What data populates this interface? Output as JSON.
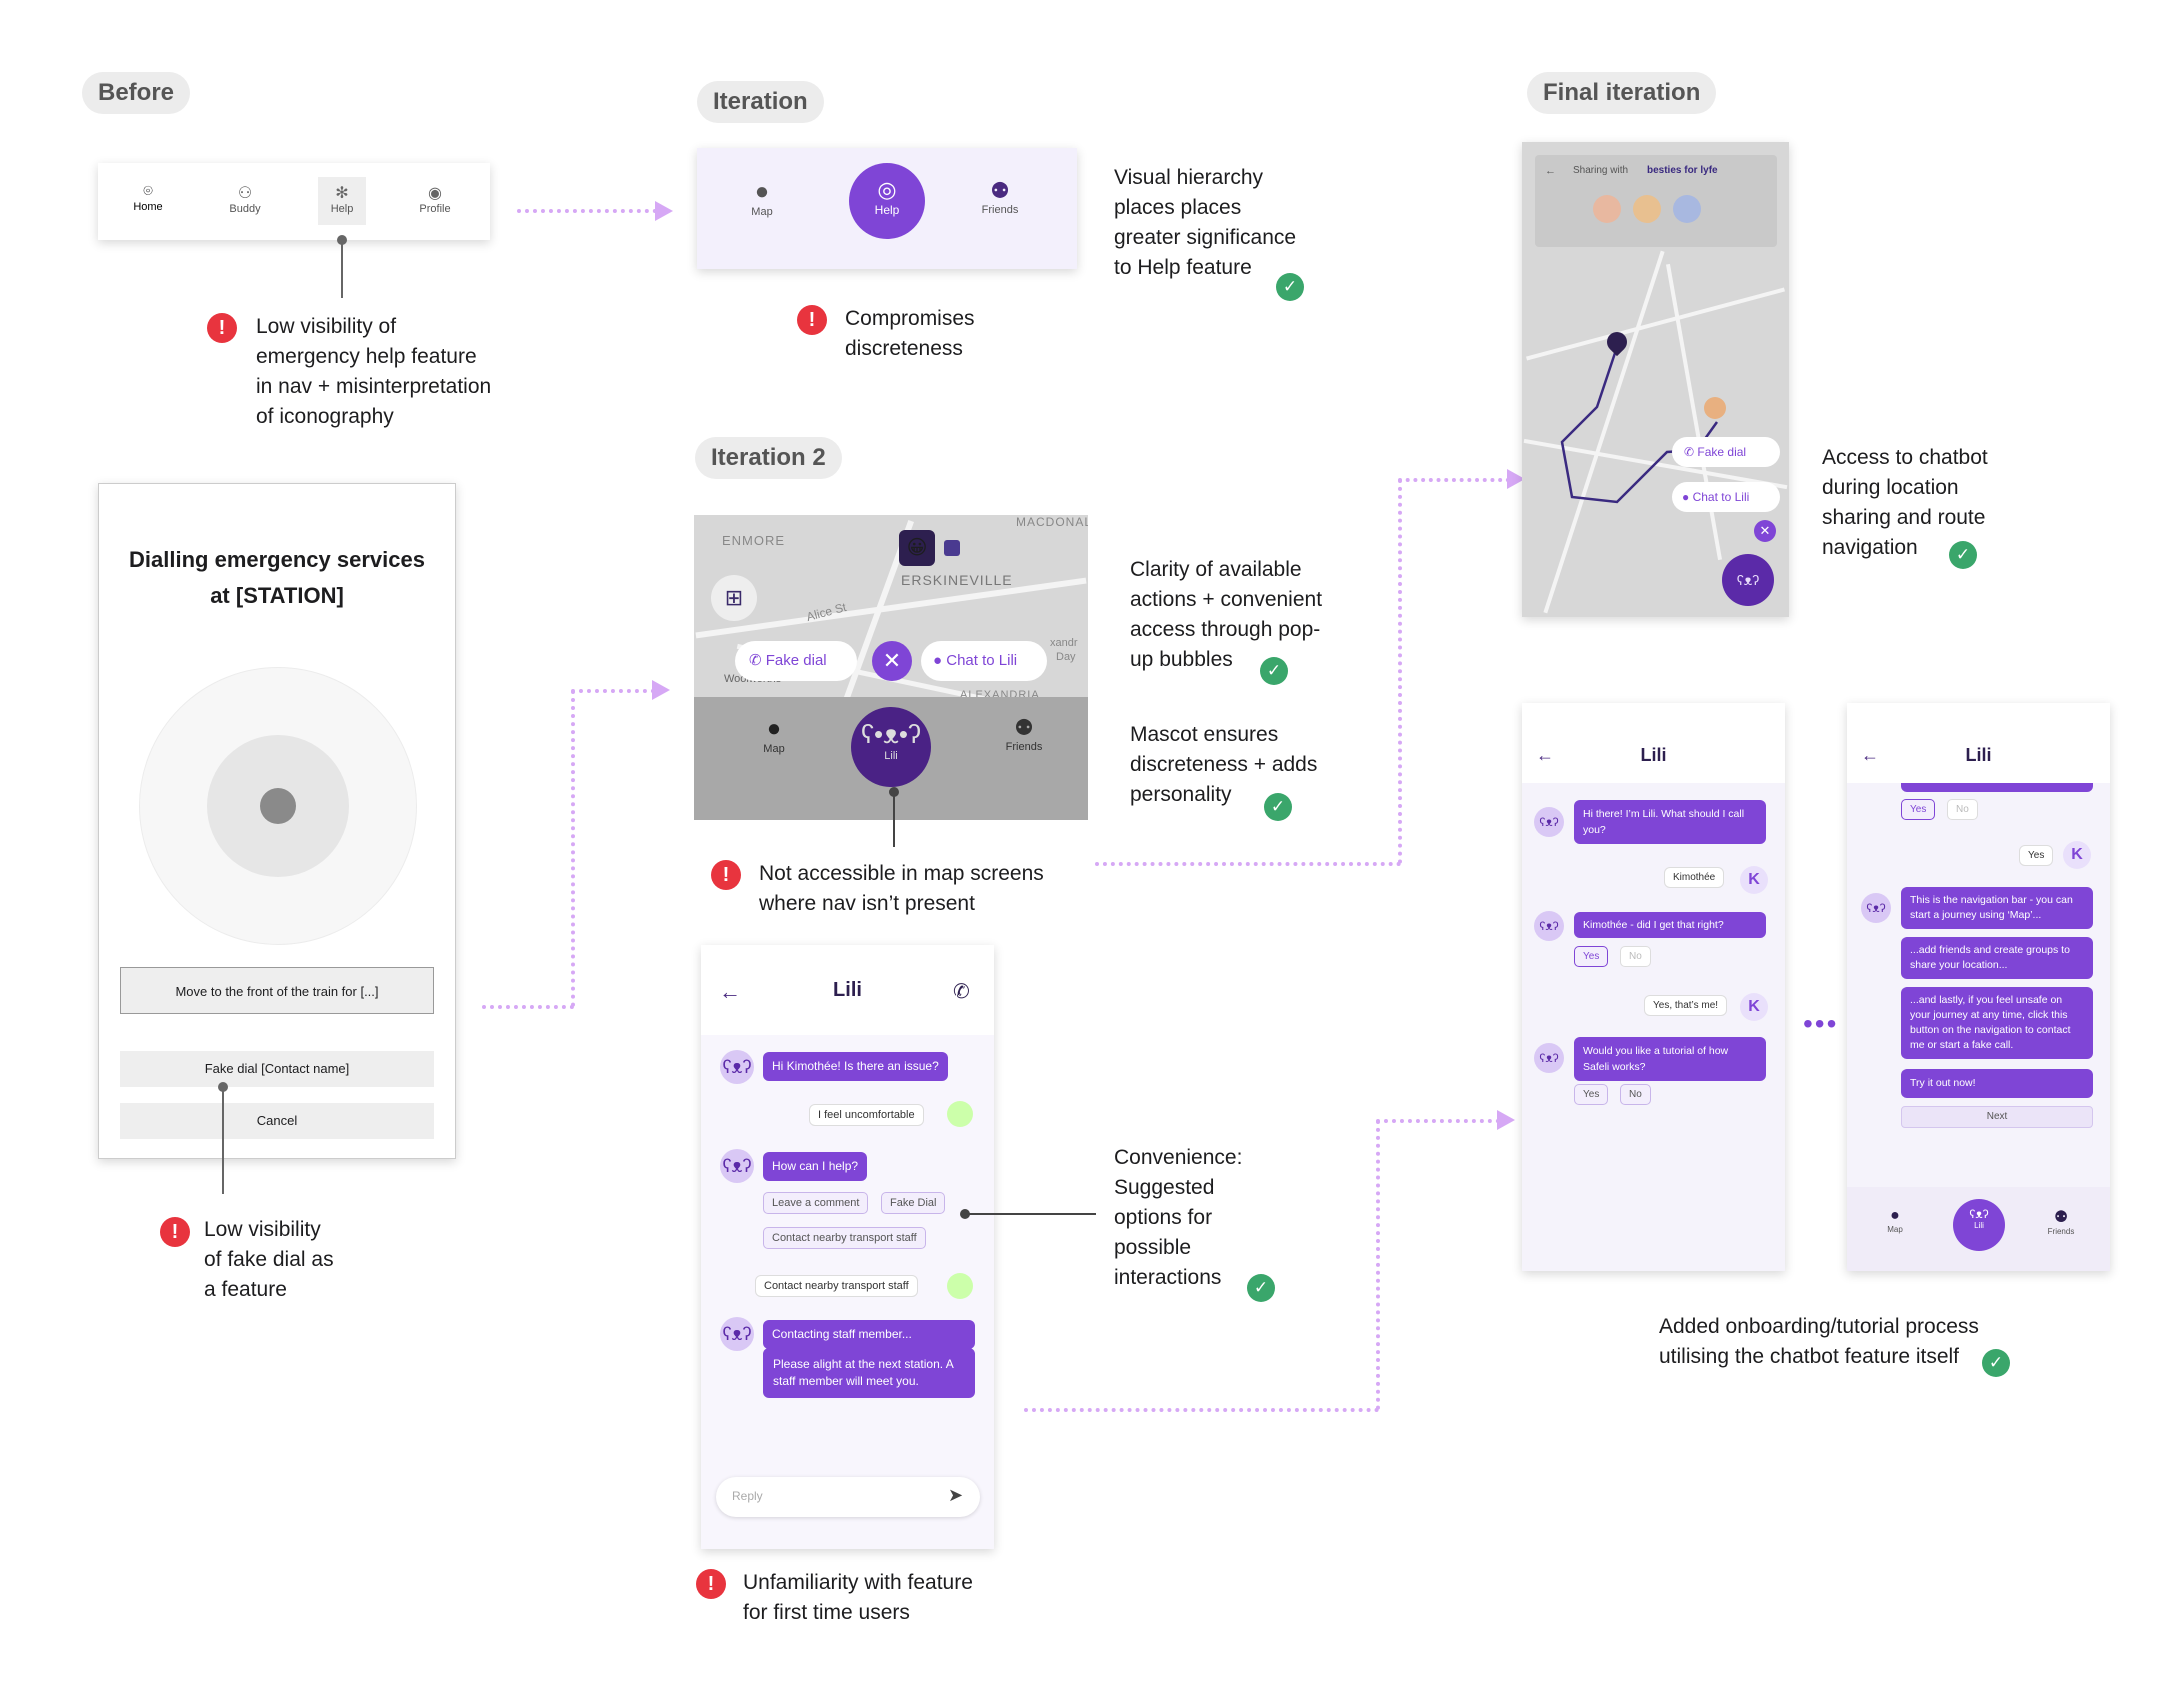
{
  "sections": {
    "before": "Before",
    "iteration": "Iteration",
    "iteration2": "Iteration 2",
    "final": "Final iteration"
  },
  "before_nav": {
    "items": [
      "Home",
      "Buddy",
      "Help",
      "Profile"
    ],
    "note": [
      "Low visibility of",
      "emergency help feature",
      "in nav + misinterpretation",
      "of iconography"
    ]
  },
  "before_dial": {
    "title_line1": "Dialling emergency services",
    "title_line2": "at [STATION]",
    "move_button": "Move to the front of the train for [...]",
    "fake_dial_button": "Fake dial [Contact name]",
    "cancel_button": "Cancel",
    "note": [
      "Low visibility",
      "of fake dial as",
      "a feature"
    ]
  },
  "iteration_nav": {
    "items": [
      "Map",
      "Help",
      "Friends"
    ],
    "warn_note": [
      "Compromises",
      "discreteness"
    ],
    "ok_note": [
      "Visual hierarchy",
      "places places",
      "greater significance",
      "to Help feature"
    ]
  },
  "iteration2": {
    "map_labels": [
      "ENMORE",
      "ERSKINEVILLE",
      "MACDONALDT",
      "Alice St",
      "Woolworths",
      "ALEXANDRIA",
      "xandr",
      "Day"
    ],
    "fake_dial": "Fake dial",
    "chat_lili": "Chat to Lili",
    "nav_items": [
      "Map",
      "Lili",
      "Friends"
    ],
    "ok_note1": [
      "Clarity of available",
      "actions + convenient",
      "access through pop-",
      "up bubbles"
    ],
    "ok_note2": [
      "Mascot ensures",
      "discreteness + adds",
      "personality"
    ],
    "warn_note": [
      "Not accessible in map screens",
      "where nav isn’t present"
    ]
  },
  "chat_screen": {
    "title": "Lili",
    "messages": [
      "Hi Kimothée! Is there an issue?",
      "I feel uncomfortable",
      "How can I help?",
      "Contact nearby transport staff",
      "Contacting staff member...",
      "Please alight at the next station. A staff member will meet you."
    ],
    "options": [
      "Leave a comment",
      "Fake Dial",
      "Contact nearby transport staff"
    ],
    "reply_placeholder": "Reply",
    "ok_note": [
      "Convenience:",
      "Suggested",
      "options for",
      "possible",
      "interactions"
    ],
    "warn_note": [
      "Unfamiliarity with feature",
      "for first time users"
    ]
  },
  "final_map": {
    "sharing_with": "Sharing with",
    "group": "besties for lyfe",
    "fake_dial": "Fake dial",
    "chat_lili": "Chat to Lili",
    "ok_note": [
      "Access to chatbot",
      "during location",
      "sharing and route",
      "navigation"
    ]
  },
  "onboard1": {
    "title": "Lili",
    "messages": [
      "Hi there! I’m Lili. What should I call you?",
      "Kimothée",
      "Kimothée - did I get that right?",
      "Yes, that’s me!",
      "Would you like a tutorial of how Safeli works?"
    ],
    "yes": "Yes",
    "no": "No",
    "k": "K"
  },
  "onboard2": {
    "title": "Lili",
    "messages": [
      "Yes",
      "This is the navigation bar - you can start a journey using ‘Map’...",
      "...add friends and create groups to share your location...",
      "...and lastly, if you feel unsafe on your journey at any time, click this button on the navigation to contact me or start a fake call.",
      "Try it out now!"
    ],
    "yes": "Yes",
    "no": "No",
    "next": "Next",
    "k": "K",
    "nav_items": [
      "Map",
      "Lili",
      "Friends"
    ],
    "ok_note": [
      "Added onboarding/tutorial process",
      "utilising the chatbot feature itself"
    ]
  },
  "colors": {
    "accent": "#7f45d6",
    "error": "#e8343e",
    "success": "#3aa66b",
    "connector": "#d6a8f5"
  }
}
